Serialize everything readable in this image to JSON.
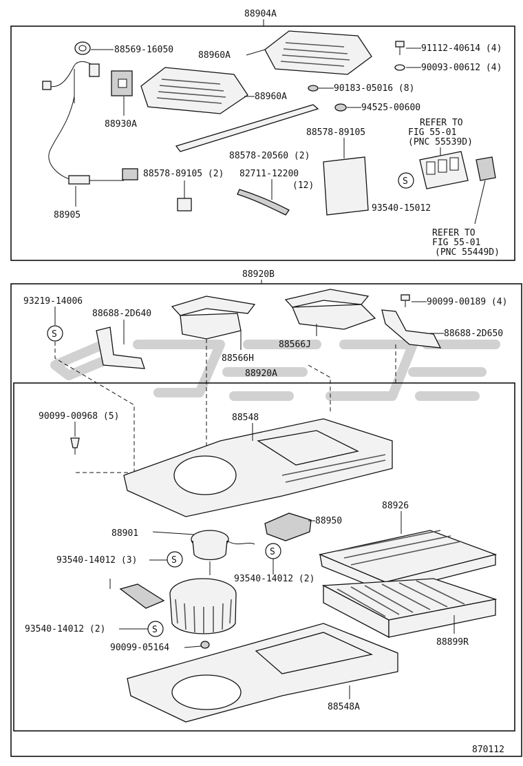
{
  "diagram_id": "870112",
  "groups": {
    "upper_assembly": "88904A",
    "lower_assembly": "88920B",
    "inner_assembly": "88920A"
  },
  "upper_parts": {
    "clip": "88569-16050",
    "connector": "88930A",
    "harness": "88905",
    "amp_cover_top": "88960A",
    "amp_cover_bottom": "88960A",
    "screw": "91112-40614 (4)",
    "washer": "90093-00612 (4)",
    "nut": "90183-05016 (8)",
    "grommet": "94525-00600",
    "seal_strip": "88578-20560 (2)",
    "seal_pad_large": "88578-89105",
    "seal_pad_small": "88578-89105 (2)",
    "band": "82711-12200",
    "band_qty": "(12)",
    "s_mark": "S",
    "screw_s": "93540-15012",
    "refer_1": [
      "REFER TO",
      "FIG 55-01",
      "(PNC 55539D)"
    ],
    "refer_2": [
      "REFER TO",
      "FIG 55-01",
      "(PNC 55449D)"
    ]
  },
  "lower_parts": {
    "screw_left": "93219-14006",
    "bracket_left": "88688-2D640",
    "duct_left": "88566H",
    "duct_right": "88566J",
    "bolt_right": "90099-00189 (4)",
    "bracket_right": "88688-2D650",
    "clip_left": "90099-00968 (5)",
    "case_upper": "88548",
    "motor": "88901",
    "resistor": "88950",
    "filter": "88926",
    "evaporator": "88899R",
    "screw_motor": "93540-14012 (3)",
    "screw_resistor": "93540-14012 (2)",
    "screw_fan": "93540-14012 (2)",
    "nut_fan": "90099-05164",
    "case_lower": "88548A",
    "s_mark": "S"
  }
}
